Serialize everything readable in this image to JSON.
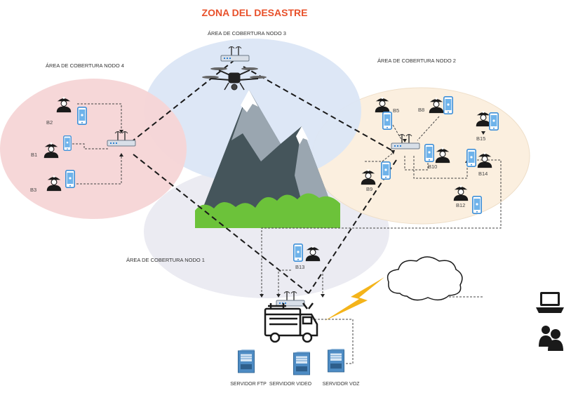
{
  "title": "ZONA DEL DESASTRE",
  "areas": {
    "node1": "ÁREA DE COBERTURA NODO 1",
    "node2": "ÁREA DE COBERTURA NODO 2",
    "node3": "ÁREA DE COBERTURA NODO 3",
    "node4": "ÁREA DE COBERTURA NODO 4"
  },
  "brigadistas": {
    "b1": "B1",
    "b2": "B2",
    "b3": "B3",
    "b5": "B5",
    "b8": "B8",
    "b9": "B9",
    "b10": "B10",
    "b12": "B12",
    "b13": "B13",
    "b14": "B14",
    "b15": "B15"
  },
  "servers": {
    "ftp": "SERVIDOR FTP",
    "video": "SERVIDOR VIDEO",
    "voz": "SERVIDOR  VOZ"
  },
  "colors": {
    "title": "#e8502a",
    "area1": "#ebebf2",
    "area2": "#fbefdf",
    "area3": "#dbe6f6",
    "area4": "#f6d5d6",
    "mountain_dark": "#45555b",
    "mountain_light": "#9aa6b0",
    "snow": "#ffffff",
    "bushes": "#6cc23a",
    "bolt": "#f4b41a",
    "phone": "#3d8fd8"
  }
}
